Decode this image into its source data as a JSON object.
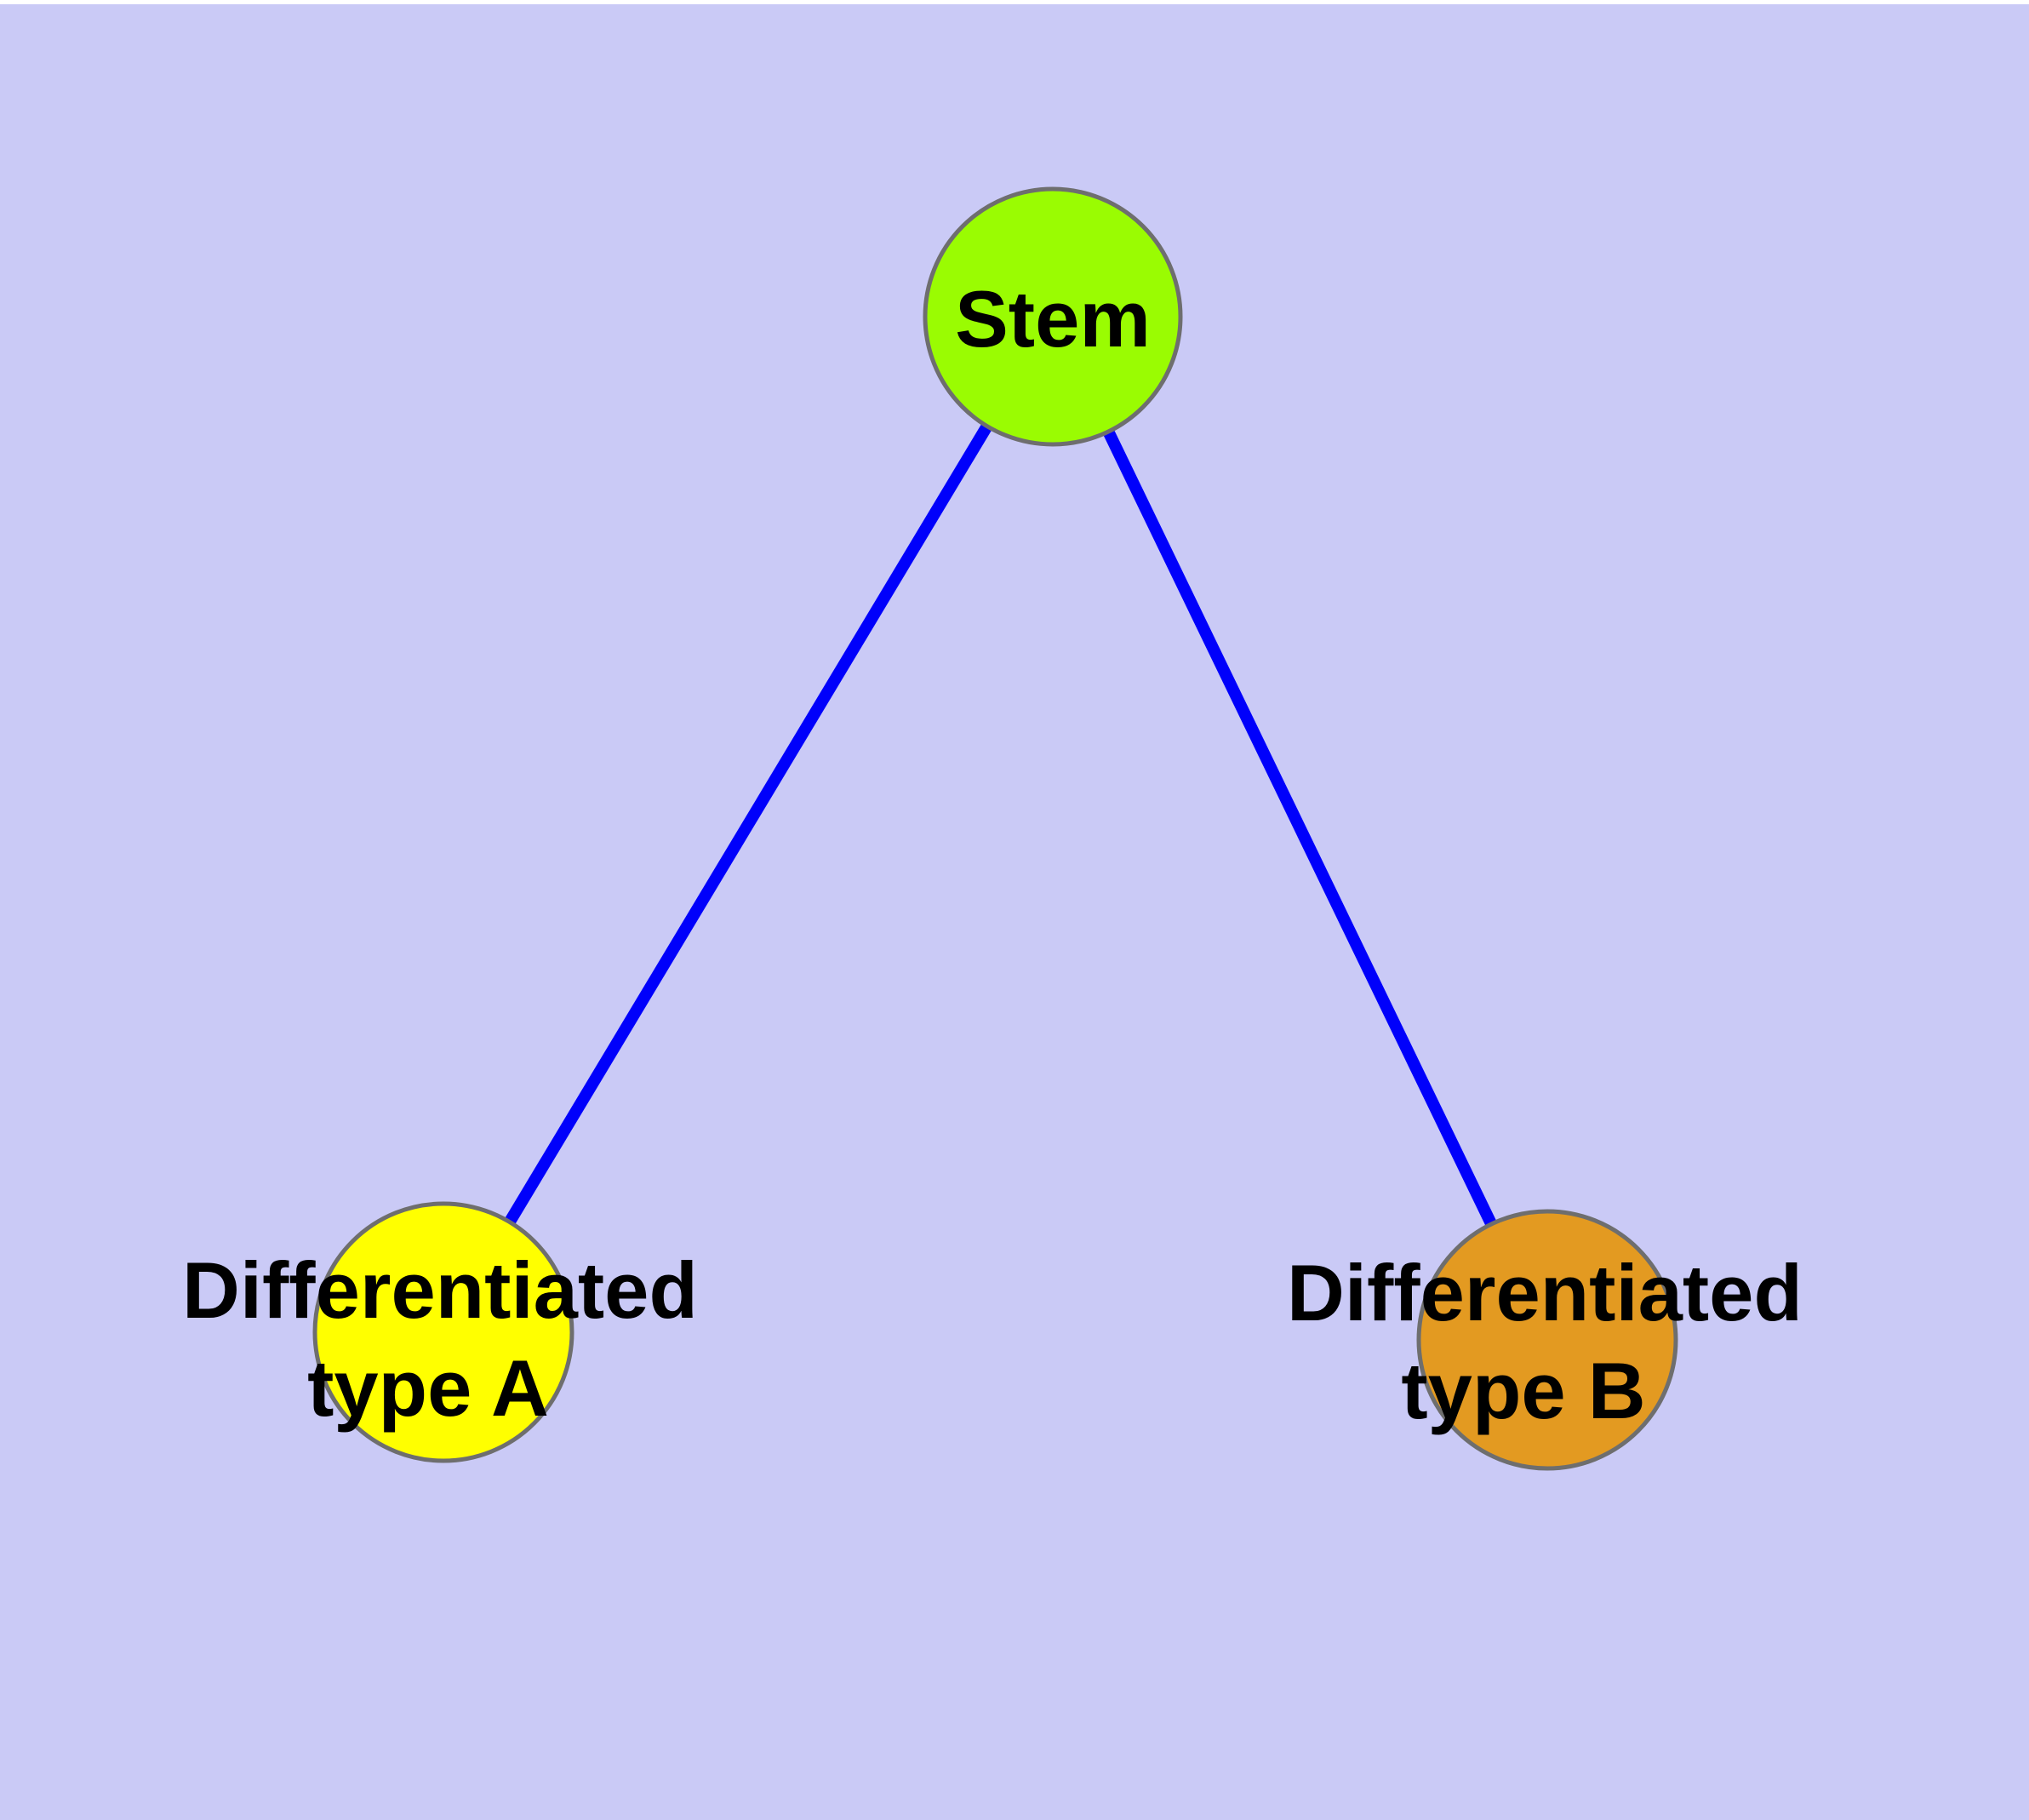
{
  "diagram": {
    "type": "node-link-graph",
    "background_color": "#cacaf6",
    "margin_color": "#ffffff",
    "edge_color": "#0000fb",
    "node_border_color": "#6e6e6e",
    "label_color": "#000000",
    "nodes": [
      {
        "id": "stem",
        "label": "Stem",
        "color": "#9afc02"
      },
      {
        "id": "differentiated-type-a",
        "label": "Differentiated type A",
        "label_line1": "Differentiated",
        "label_line2": "type A",
        "color": "#ffff00"
      },
      {
        "id": "differentiated-type-b",
        "label": "Differentiated type B",
        "label_line1": "Differentiated",
        "label_line2": "type B",
        "color": "#e39a21"
      }
    ],
    "edges": [
      {
        "from": "stem",
        "to": "differentiated-type-a"
      },
      {
        "from": "stem",
        "to": "differentiated-type-b"
      }
    ]
  }
}
